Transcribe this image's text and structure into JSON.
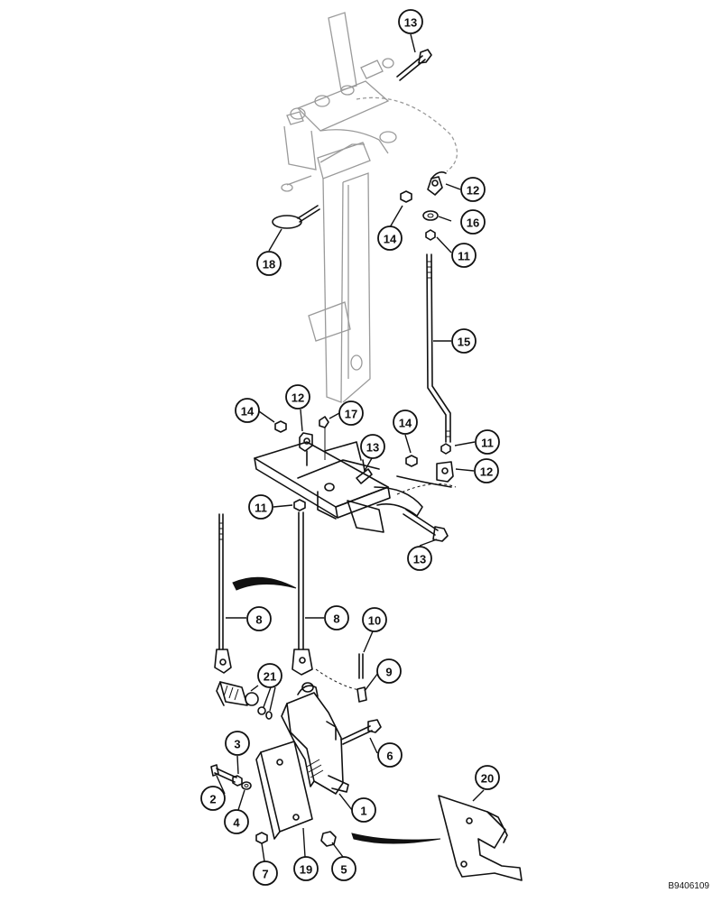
{
  "diagram": {
    "reference_code": "B9406109",
    "callouts": [
      {
        "id": "c-13a",
        "label": "13"
      },
      {
        "id": "c-12a",
        "label": "12"
      },
      {
        "id": "c-14a",
        "label": "14"
      },
      {
        "id": "c-16",
        "label": "16"
      },
      {
        "id": "c-11a",
        "label": "11"
      },
      {
        "id": "c-18",
        "label": "18"
      },
      {
        "id": "c-15",
        "label": "15"
      },
      {
        "id": "c-14b",
        "label": "14"
      },
      {
        "id": "c-12b",
        "label": "12"
      },
      {
        "id": "c-17",
        "label": "17"
      },
      {
        "id": "c-14c",
        "label": "14"
      },
      {
        "id": "c-11b",
        "label": "11"
      },
      {
        "id": "c-13b",
        "label": "13"
      },
      {
        "id": "c-12c",
        "label": "12"
      },
      {
        "id": "c-11c",
        "label": "11"
      },
      {
        "id": "c-13c",
        "label": "13"
      },
      {
        "id": "c-8a",
        "label": "8"
      },
      {
        "id": "c-8b",
        "label": "8"
      },
      {
        "id": "c-10",
        "label": "10"
      },
      {
        "id": "c-21",
        "label": "21"
      },
      {
        "id": "c-9",
        "label": "9"
      },
      {
        "id": "c-3",
        "label": "3"
      },
      {
        "id": "c-6",
        "label": "6"
      },
      {
        "id": "c-2",
        "label": "2"
      },
      {
        "id": "c-20",
        "label": "20"
      },
      {
        "id": "c-4",
        "label": "4"
      },
      {
        "id": "c-1",
        "label": "1"
      },
      {
        "id": "c-7",
        "label": "7"
      },
      {
        "id": "c-19",
        "label": "19"
      },
      {
        "id": "c-5",
        "label": "5"
      }
    ]
  }
}
